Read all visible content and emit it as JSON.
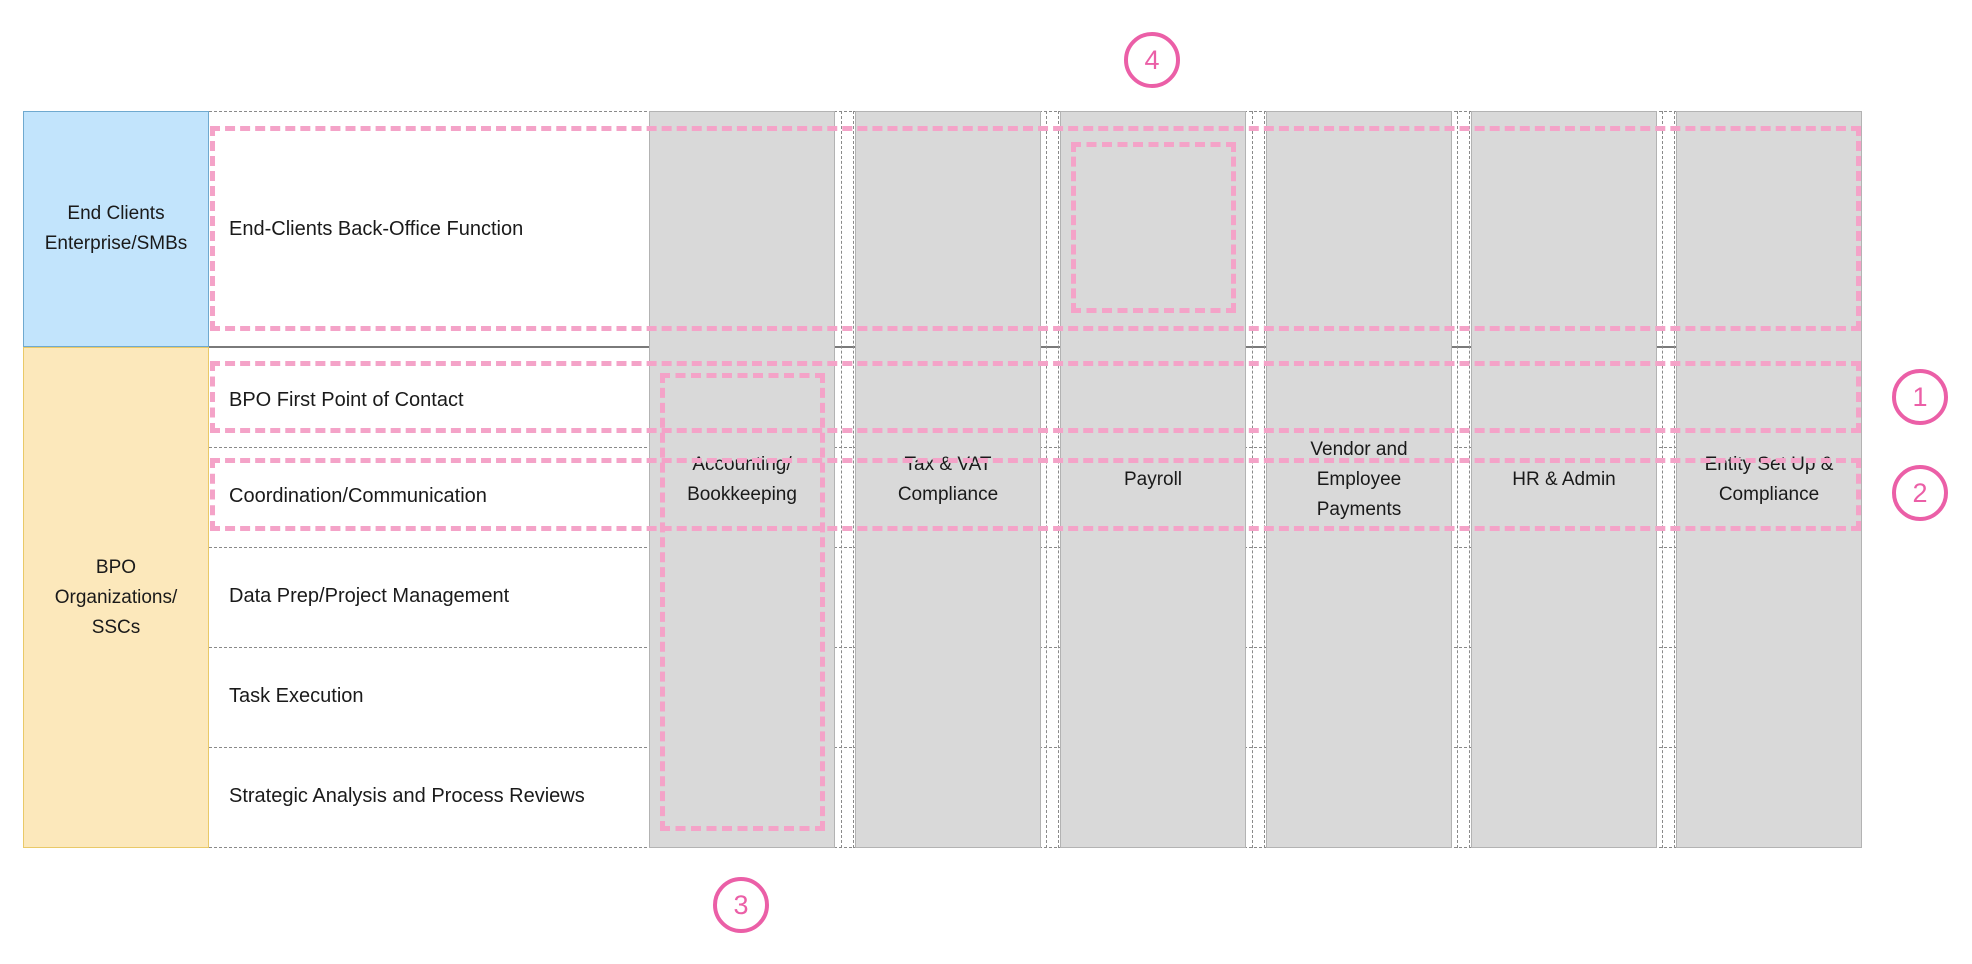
{
  "groups": {
    "end_clients": "End Clients\nEnterprise/SMBs",
    "bpo": "BPO\nOrganizations/\nSSCs"
  },
  "rows": [
    "End-Clients Back-Office Function",
    "BPO First Point of Contact",
    "Coordination/Communication",
    "Data Prep/Project Management",
    "Task Execution",
    "Strategic Analysis and Process Reviews"
  ],
  "columns": [
    "Accounting/\nBookkeeping",
    "Tax & VAT\nCompliance",
    "Payroll",
    "Vendor and\nEmployee\nPayments",
    "HR & Admin",
    "Entity Set Up &\nCompliance"
  ],
  "markers": [
    "1",
    "2",
    "3",
    "4"
  ],
  "colors": {
    "end_clients_fill": "#c2e4fc",
    "bpo_fill": "#fce8bb",
    "column_fill": "#d9d9d9",
    "highlight": "#f4a3c8",
    "marker": "#eb5fa7"
  }
}
